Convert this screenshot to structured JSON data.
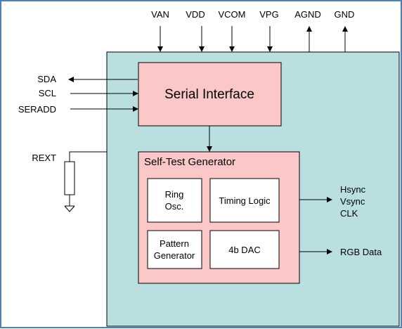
{
  "colors": {
    "border": "#4a7fc0",
    "chip_fill": "#b9dfe1",
    "block_fill": "#fbc7c7",
    "inner_fill": "#ffffff",
    "line": "#000000"
  },
  "pins_top": {
    "van": "VAN",
    "vdd": "VDD",
    "vcom": "VCOM",
    "vpg": "VPG",
    "agnd": "AGND",
    "gnd": "GND"
  },
  "pins_left": {
    "sda": "SDA",
    "scl": "SCL",
    "seradd": "SERADD",
    "rext": "REXT"
  },
  "blocks": {
    "serial_interface": "Serial Interface",
    "self_test_generator": "Self-Test Generator",
    "ring_osc_line1": "Ring",
    "ring_osc_line2": "Osc.",
    "timing_logic": "Timing Logic",
    "pattern_gen_line1": "Pattern",
    "pattern_gen_line2": "Generator",
    "dac": "4b DAC"
  },
  "outputs": {
    "hsync": "Hsync",
    "vsync": "Vsync",
    "clk": "CLK",
    "rgb_data": "RGB Data"
  }
}
